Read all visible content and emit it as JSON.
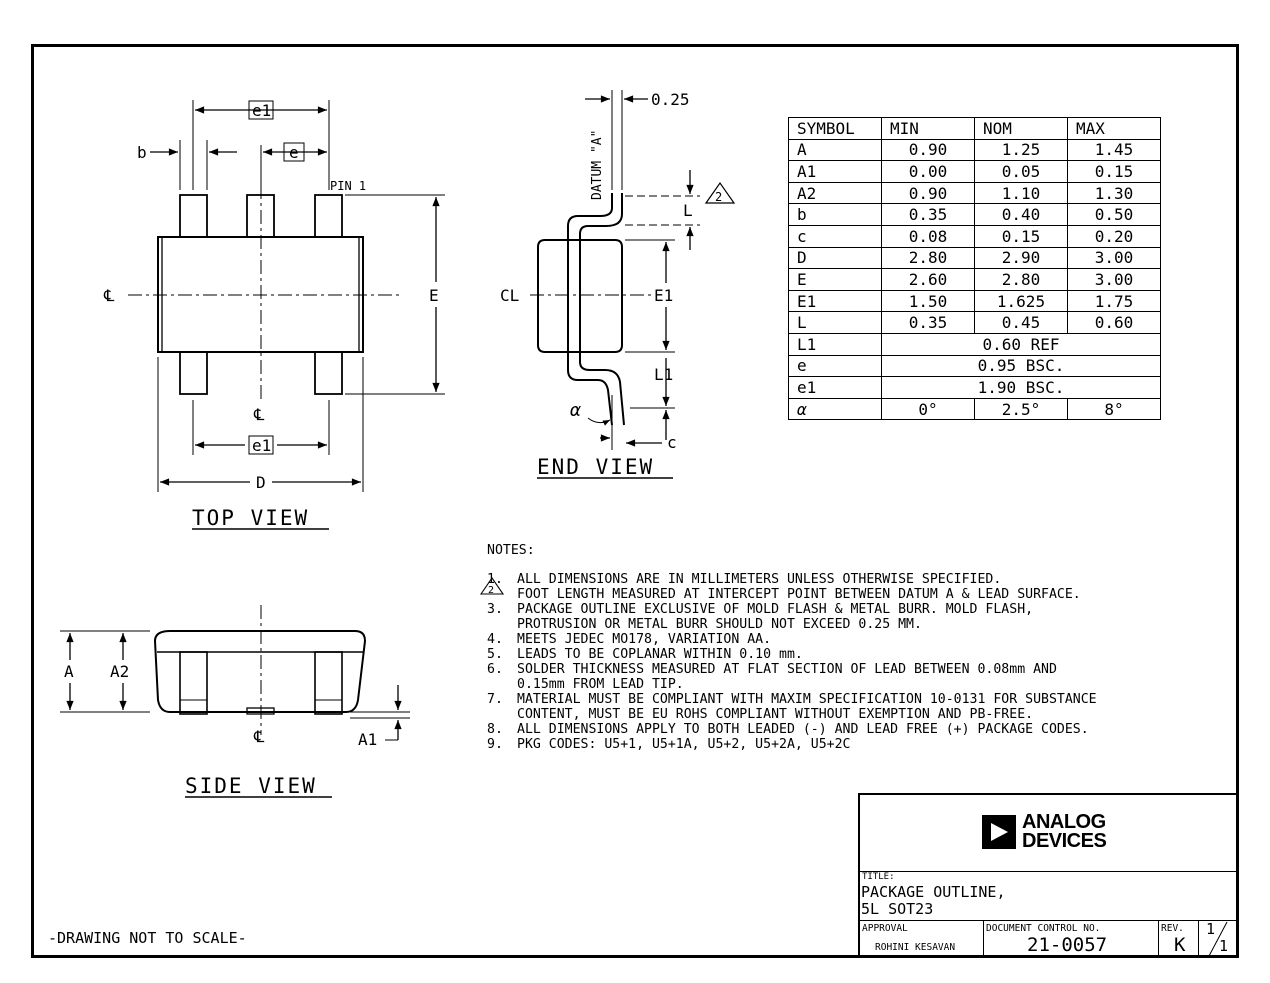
{
  "views": {
    "top_view": "TOP VIEW",
    "end_view": "END VIEW",
    "side_view": "SIDE VIEW",
    "pin1": "PIN 1",
    "datum": "DATUM \"A\"",
    "dim_025": "0.25",
    "labels": {
      "e1": "e1",
      "e": "e",
      "b": "b",
      "E": "E",
      "D": "D",
      "E1": "E1",
      "L": "L",
      "L1": "L1",
      "A": "A",
      "A2": "A2",
      "A1": "A1",
      "c": "c",
      "alpha": "α",
      "centerline": "℄",
      "cl_end": "CL",
      "note_flag": "2"
    }
  },
  "table": {
    "headers": [
      "SYMBOL",
      "MIN",
      "NOM",
      "MAX"
    ],
    "rows": [
      [
        "A",
        "0.90",
        "1.25",
        "1.45"
      ],
      [
        "A1",
        "0.00",
        "0.05",
        "0.15"
      ],
      [
        "A2",
        "0.90",
        "1.10",
        "1.30"
      ],
      [
        "b",
        "0.35",
        "0.40",
        "0.50"
      ],
      [
        "c",
        "0.08",
        "0.15",
        "0.20"
      ],
      [
        "D",
        "2.80",
        "2.90",
        "3.00"
      ],
      [
        "E",
        "2.60",
        "2.80",
        "3.00"
      ],
      [
        "E1",
        "1.50",
        "1.625",
        "1.75"
      ],
      [
        "L",
        "0.35",
        "0.45",
        "0.60"
      ]
    ],
    "span_rows": [
      [
        "L1",
        "0.60 REF"
      ],
      [
        "e",
        "0.95 BSC."
      ],
      [
        "e1",
        "1.90 BSC."
      ]
    ],
    "alpha_row": [
      "α",
      "0°",
      "2.5°",
      "8°"
    ]
  },
  "notes": {
    "header": "NOTES:",
    "items": [
      {
        "num": "1.",
        "text": "ALL DIMENSIONS ARE IN MILLIMETERS UNLESS OTHERWISE SPECIFIED."
      },
      {
        "num": "2.",
        "text": "FOOT LENGTH MEASURED AT INTERCEPT POINT BETWEEN DATUM A & LEAD SURFACE."
      },
      {
        "num": "3.",
        "text": "PACKAGE OUTLINE EXCLUSIVE OF MOLD FLASH & METAL BURR. MOLD FLASH,"
      },
      {
        "num": "",
        "text": "PROTRUSION OR METAL BURR SHOULD NOT EXCEED 0.25 MM."
      },
      {
        "num": "4.",
        "text": "MEETS JEDEC MO178, VARIATION AA."
      },
      {
        "num": "5.",
        "text": "LEADS TO BE COPLANAR WITHIN 0.10 mm."
      },
      {
        "num": "6.",
        "text": "SOLDER THICKNESS MEASURED AT FLAT SECTION OF LEAD BETWEEN 0.08mm AND"
      },
      {
        "num": "",
        "text": "0.15mm FROM LEAD TIP."
      },
      {
        "num": "7.",
        "text": "MATERIAL MUST BE COMPLIANT WITH MAXIM SPECIFICATION 10-0131 FOR SUBSTANCE"
      },
      {
        "num": "",
        "text": "CONTENT, MUST BE EU ROHS COMPLIANT WITHOUT EXEMPTION AND PB-FREE."
      },
      {
        "num": "8.",
        "text": "ALL DIMENSIONS APPLY TO BOTH LEADED (-) AND LEAD FREE (+) PACKAGE CODES."
      },
      {
        "num": "9.",
        "text": "PKG CODES: U5+1, U5+1A, U5+2, U5+2A, U5+2C"
      }
    ]
  },
  "title_block": {
    "logo_line1": "ANALOG",
    "logo_line2": "DEVICES",
    "title_label": "TITLE:",
    "title_line1": "PACKAGE OUTLINE,",
    "title_line2": "5L SOT23",
    "approval_label": "APPROVAL",
    "approval_name": "ROHINI KESAVAN",
    "doc_label": "DOCUMENT CONTROL NO.",
    "doc_no": "21-0057",
    "rev_label": "REV.",
    "rev": "K",
    "sheet_num": "1",
    "sheet_den": "1"
  },
  "footer": {
    "not_to_scale": "-DRAWING NOT TO SCALE-"
  }
}
